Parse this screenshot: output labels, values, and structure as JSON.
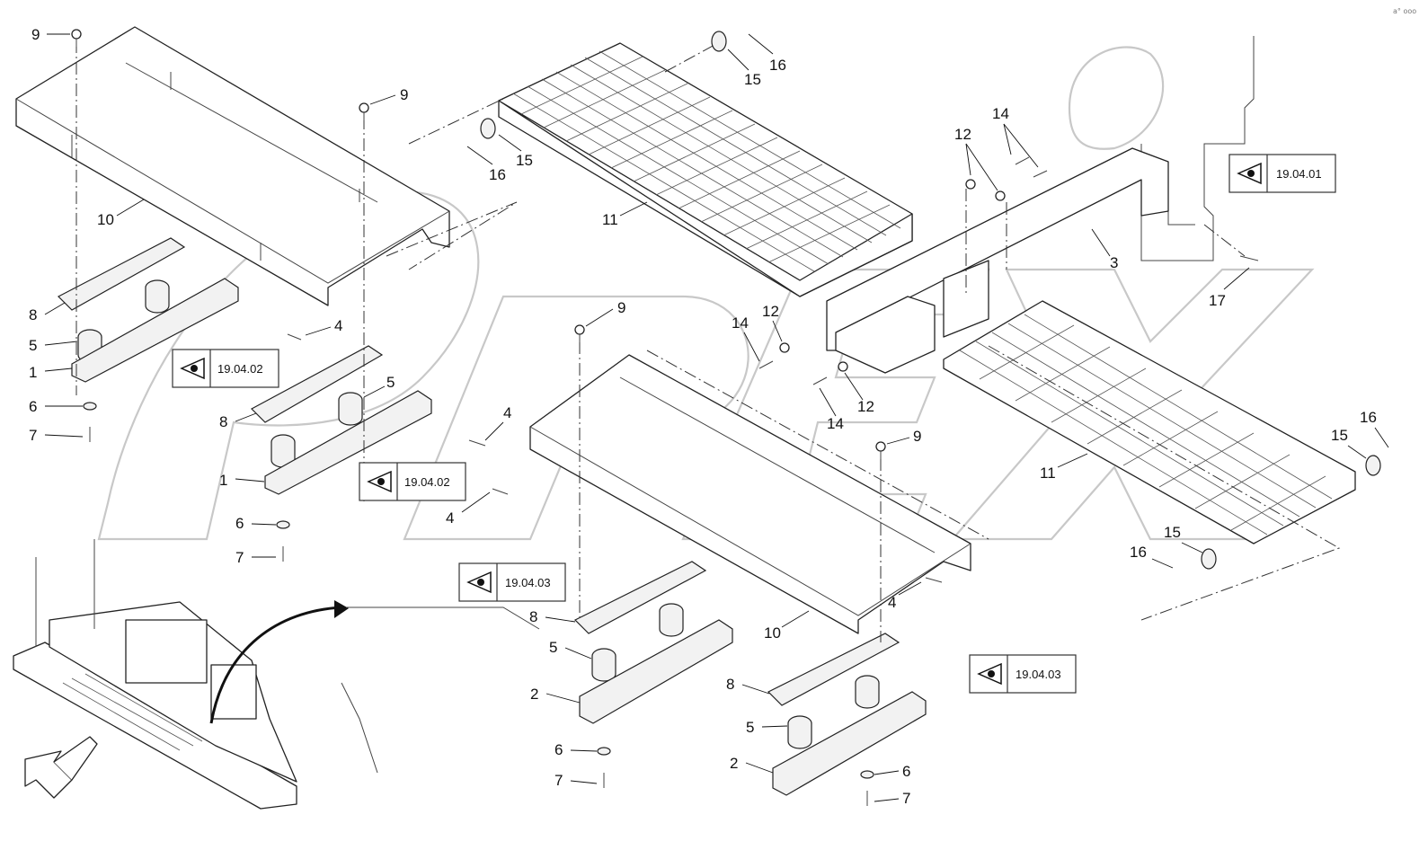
{
  "callouts": [
    "1",
    "2",
    "3",
    "4",
    "5",
    "6",
    "7",
    "8",
    "9",
    "10",
    "11",
    "12",
    "14",
    "15",
    "16",
    "17"
  ],
  "references": {
    "ref_a": "19.04.01",
    "ref_b": "19.04.02",
    "ref_c": "19.04.02",
    "ref_d": "19.04.03",
    "ref_e": "19.04.03"
  },
  "watermark": "OPEX",
  "corner_mark": "a° ooo",
  "icons": {
    "reference": "eye-icon",
    "direction": "direction-arrow-icon"
  }
}
